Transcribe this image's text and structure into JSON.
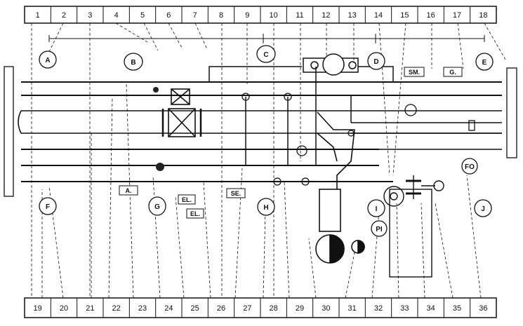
{
  "top_numbers": [
    "1",
    "2",
    "3",
    "4",
    "5",
    "6",
    "7",
    "8",
    "9",
    "10",
    "11",
    "12",
    "13",
    "14",
    "15",
    "16",
    "17",
    "18"
  ],
  "bottom_numbers": [
    "19",
    "20",
    "21",
    "22",
    "23",
    "24",
    "25",
    "26",
    "27",
    "28",
    "29",
    "30",
    "31",
    "32",
    "33",
    "34",
    "35",
    "36"
  ],
  "circle_labels": {
    "A": "A",
    "B": "B",
    "C": "C",
    "D": "D",
    "E": "E",
    "F": "F",
    "G": "G",
    "H": "H",
    "I": "I",
    "J": "J",
    "FO": "FO",
    "PI": "PI"
  },
  "tags": {
    "SM": "SM.",
    "G": "G.",
    "A": "A.",
    "EL1": "EL.",
    "EL2": "EL.",
    "SE": "SE."
  }
}
